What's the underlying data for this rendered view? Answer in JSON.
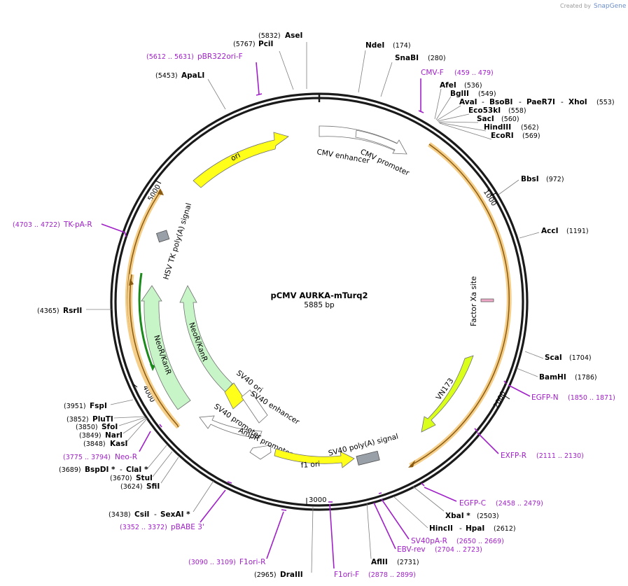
{
  "watermark": {
    "prefix": "Created by",
    "brand": "SnapGene"
  },
  "plasmid": {
    "name": "pCMV AURKA-mTurq2",
    "size_label": "5885 bp",
    "length": 5885
  },
  "ticks": [
    "1000",
    "2000",
    "3000",
    "4000",
    "5000"
  ],
  "sites": {
    "asei": {
      "name": "AseI",
      "pos": "(5832)"
    },
    "pcii": {
      "name": "PciI",
      "pos": "(5767)"
    },
    "apali": {
      "name": "ApaLI",
      "pos": "(5453)"
    },
    "ndei": {
      "name": "NdeI",
      "pos": "(174)"
    },
    "snabi": {
      "name": "SnaBI",
      "pos": "(280)"
    },
    "afei": {
      "name": "AfeI",
      "pos": "(536)"
    },
    "bglii": {
      "name": "BglII",
      "pos": "(549)"
    },
    "avai": {
      "name": "AvaI",
      "sep1": "-",
      "name2": "BsoBI",
      "sep2": "-",
      "name3": "PaeR7I",
      "sep3": "-",
      "name4": "XhoI",
      "pos": "(553)"
    },
    "eco53ki": {
      "name": "Eco53kI",
      "pos": "(558)"
    },
    "saci": {
      "name": "SacI",
      "pos": "(560)"
    },
    "hindiii": {
      "name": "HindIII",
      "pos": "(562)"
    },
    "ecori": {
      "name": "EcoRI",
      "pos": "(569)"
    },
    "bbsi": {
      "name": "BbsI",
      "pos": "(972)"
    },
    "acci": {
      "name": "AccI",
      "pos": "(1191)"
    },
    "scai": {
      "name": "ScaI",
      "pos": "(1704)"
    },
    "bamhi": {
      "name": "BamHI",
      "pos": "(1786)"
    },
    "xbai": {
      "name": "XbaI *",
      "pos": "(2503)"
    },
    "hincii": {
      "name": "HincII",
      "sep": "-",
      "name2": "HpaI",
      "pos": "(2612)"
    },
    "aflii": {
      "name": "AflII",
      "pos": "(2731)"
    },
    "draiii": {
      "name": "DraIII",
      "pos": "(2965)"
    },
    "csii": {
      "name": "CsiI",
      "sep": "-",
      "name2": "SexAI *",
      "pos": "(3438)"
    },
    "sfii": {
      "name": "SfiI",
      "pos": "(3624)"
    },
    "stui": {
      "name": "StuI",
      "pos": "(3670)"
    },
    "bspdi": {
      "name": "BspDI *",
      "sep": "-",
      "name2": "ClaI *",
      "pos": "(3689)"
    },
    "kasi": {
      "name": "KasI",
      "pos": "(3848)"
    },
    "nari": {
      "name": "NarI",
      "pos": "(3849)"
    },
    "sfoi": {
      "name": "SfoI",
      "pos": "(3850)"
    },
    "pluti": {
      "name": "PluTI",
      "pos": "(3852)"
    },
    "fspi": {
      "name": "FspI",
      "pos": "(3951)"
    },
    "rsrii": {
      "name": "RsrII",
      "pos": "(4365)"
    }
  },
  "primers": {
    "pbr322ori_f": {
      "name": "pBR322ori-F",
      "range": "(5612 .. 5631)"
    },
    "cmv_f": {
      "name": "CMV-F",
      "range": "(459 .. 479)"
    },
    "tk_pa_r": {
      "name": "TK-pA-R",
      "range": "(4703 .. 4722)"
    },
    "egfp_n": {
      "name": "EGFP-N",
      "range": "(1850 .. 1871)"
    },
    "exfp_r": {
      "name": "EXFP-R",
      "range": "(2111 .. 2130)"
    },
    "egfp_c": {
      "name": "EGFP-C",
      "range": "(2458 .. 2479)"
    },
    "sv40pa_r": {
      "name": "SV40pA-R",
      "range": "(2650 .. 2669)"
    },
    "ebv_rev": {
      "name": "EBV-rev",
      "range": "(2704 .. 2723)"
    },
    "f1ori_f": {
      "name": "F1ori-F",
      "range": "(2878 .. 2899)"
    },
    "f1ori_r": {
      "name": "F1ori-R",
      "range": "(3090 .. 3109)"
    },
    "pbabe3": {
      "name": "pBABE 3'",
      "range": "(3352 .. 3372)"
    },
    "neo_r": {
      "name": "Neo-R",
      "range": "(3775 .. 3794)"
    }
  },
  "features": {
    "ori": "ori",
    "cmv_enhancer": "CMV enhancer",
    "cmv_promoter": "CMV promoter",
    "factor_xa": "Factor Xa site",
    "vn173": "VN173",
    "hsv_tk": "HSV TK poly(A) signal",
    "neor_outer": "NeoR/KanR",
    "neor_inner": "NeoR/KanR",
    "sv40_ori": "SV40 ori",
    "sv40_enhancer": "SV40 enhancer",
    "sv40_promoter": "SV40 promoter",
    "ampr_promoter": "AmpR promoter",
    "f1_ori": "f1 ori",
    "sv40_pa": "SV40 poly(A) signal"
  },
  "colors": {
    "backbone": "#1a1a1a",
    "ori": "#ffff1a",
    "promoter": "#ffffff",
    "neo": "#c8f5c8",
    "vn173": "#d9ff1a",
    "insert_band": "#f5b642",
    "primer": "#a020c8",
    "polyA": "#9aa0a8"
  }
}
